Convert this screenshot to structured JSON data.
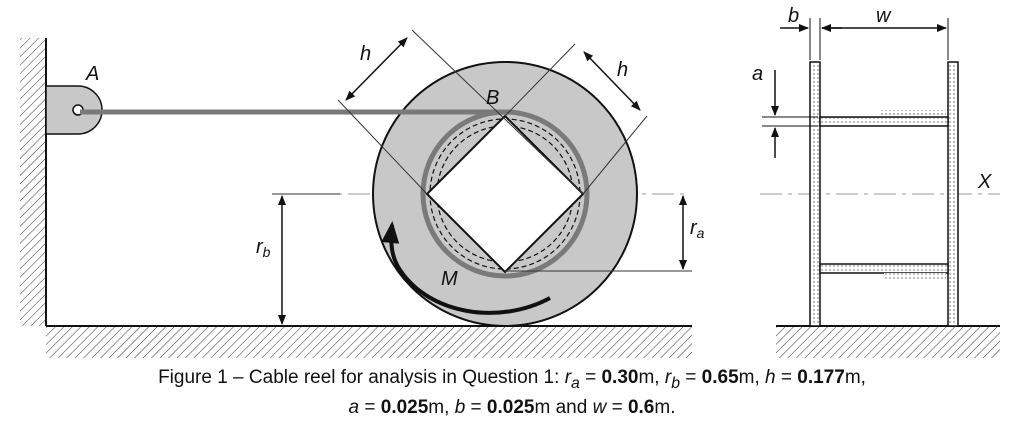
{
  "labels": {
    "A": "A",
    "B": "B",
    "h_left": "h",
    "h_right": "h",
    "M": "M",
    "rb_main": "r",
    "rb_sub": "b",
    "ra_main": "r",
    "ra_sub": "a",
    "b": "b",
    "w": "w",
    "a": "a",
    "X": "X"
  },
  "caption": {
    "line1_prefix": "Figure 1 – Cable reel for analysis in Question 1: ",
    "ra_sym": "r",
    "ra_sub": "a",
    "eq": " = ",
    "ra_val": "0.30",
    "unit_sep": "m, ",
    "rb_sym": "r",
    "rb_sub": "b",
    "rb_val": "0.65",
    "h_sym": "h",
    "h_val": "0.177",
    "line1_end": "m,",
    "a_sym": "a",
    "a_val": "0.025",
    "b_sym": "b",
    "b_val": "0.025",
    "and_text": "m and ",
    "w_sym": "w",
    "w_val": "0.6",
    "end": "m."
  }
}
